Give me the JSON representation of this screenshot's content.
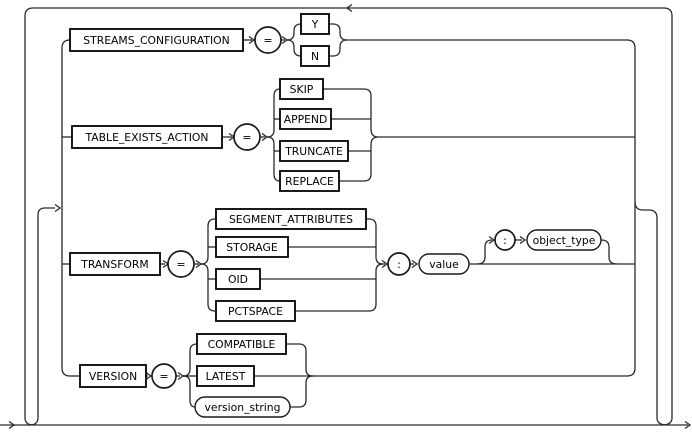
{
  "diagram": {
    "type": "railroad-syntax-diagram",
    "colors": {
      "line": "#2a2a2a",
      "box_border": "#000000",
      "box_fill": "#ffffff",
      "text": "#000000",
      "background": "#ffffff"
    },
    "rows": [
      {
        "keyword": "STREAMS_CONFIGURATION",
        "operator": "=",
        "options": [
          "Y",
          "N"
        ]
      },
      {
        "keyword": "TABLE_EXISTS_ACTION",
        "operator": "=",
        "options": [
          "SKIP",
          "APPEND",
          "TRUNCATE",
          "REPLACE"
        ]
      },
      {
        "keyword": "TRANSFORM",
        "operator": "=",
        "options": [
          "SEGMENT_ATTRIBUTES",
          "STORAGE",
          "OID",
          "PCTSPACE"
        ],
        "colon1": ":",
        "value": "value",
        "colon2": ":",
        "object_type": "object_type"
      },
      {
        "keyword": "VERSION",
        "operator": "=",
        "options": [
          "COMPATIBLE",
          "LATEST"
        ],
        "version_string": "version_string"
      }
    ]
  }
}
